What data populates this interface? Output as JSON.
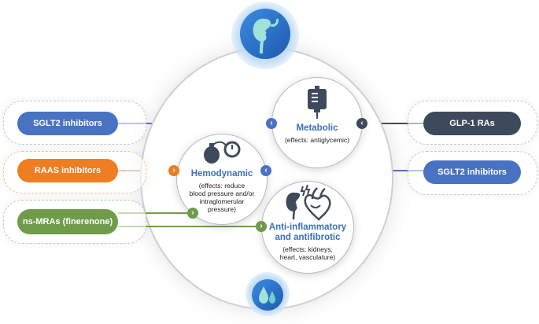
{
  "colors": {
    "blue": "#4a72c2",
    "dark_slate": "#3d4a5c",
    "orange": "#ef7d22",
    "green": "#6f9b4a",
    "title_blue": "#3c6fb8"
  },
  "left_drugs": [
    {
      "label": "SGLT2 inhibitors",
      "color": "#4a72c2"
    },
    {
      "label": "RAAS inhibitors",
      "color": "#ef7d22"
    },
    {
      "label": "ns-MRAs (finerenone)",
      "color": "#6f9b4a"
    }
  ],
  "right_drugs": [
    {
      "label": "GLP-1 RAs",
      "color": "#3d4a5c"
    },
    {
      "label": "SGLT2 inhibitors",
      "color": "#4a72c2"
    }
  ],
  "nodes": {
    "metabolic": {
      "title": "Metabolic",
      "sub": "(effects: antiglycemic)",
      "icon": "iv-bag-icon"
    },
    "hemodynamic": {
      "title": "Hemodynamic",
      "sub1": "(effects: reduce",
      "sub2": "blood pressure and/or",
      "sub3": "intraglomerular",
      "sub4": "pressure)",
      "icon": "blood-pressure-cuff-icon"
    },
    "anti_inflammatory": {
      "title1": "Anti-inflammatory",
      "title2": "and antifibrotic",
      "sub1": "(effects: kidneys,",
      "sub2": "heart, vasculature)",
      "icon": "kidney-heart-icon"
    }
  },
  "top_icon": "kidney-icon",
  "bottom_icon": "water-drops-icon"
}
